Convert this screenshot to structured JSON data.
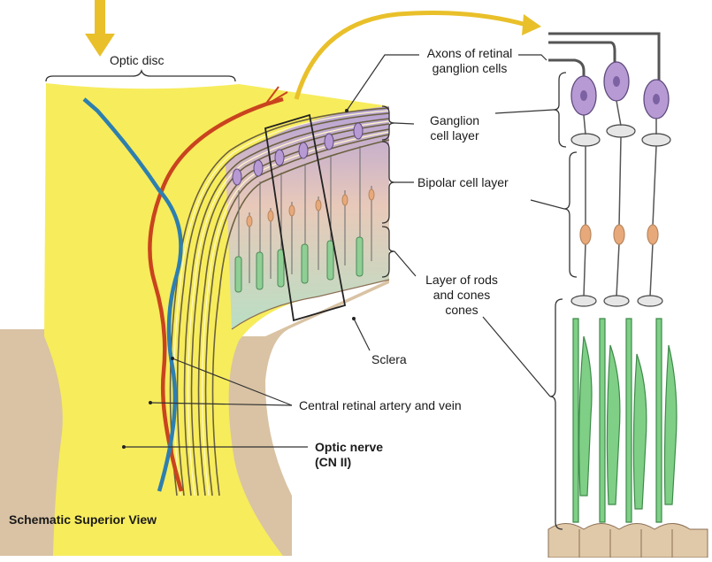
{
  "labels": {
    "optic_disc": "Optic disc",
    "axons": [
      "Axons of retinal",
      "ganglion cells"
    ],
    "ganglion": [
      "Ganglion",
      "cell layer"
    ],
    "bipolar": "Bipolar cell layer",
    "rods_cones": [
      "Layer of rods",
      "and cones",
      "cones"
    ],
    "sclera": "Sclera",
    "central_retinal": "Central retinal artery and vein",
    "optic_nerve": [
      "Optic nerve",
      "(CN II)"
    ],
    "view_caption": "Schematic Superior View"
  },
  "colors": {
    "nerve_yellow": "#f7ec5c",
    "sclera_tan": "#d9c3a4",
    "artery_red": "#c9441e",
    "vein_blue": "#2e7fae",
    "ganglion_purple": "#b79ad3",
    "bipolar_orange": "#e8a97a",
    "photoreceptor_green": "#7fcf86",
    "pointer_yellow": "#e9c02a"
  }
}
